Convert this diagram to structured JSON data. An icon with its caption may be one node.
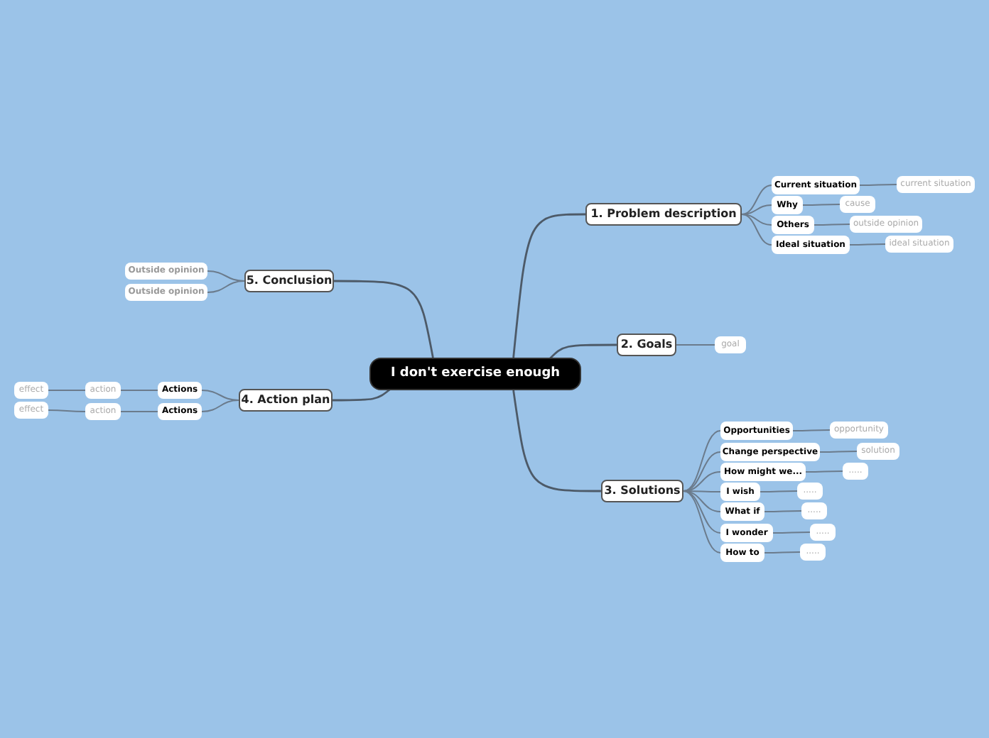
{
  "diagram": {
    "nodes": [
      {
        "text": [
          "I don't exercise enough"
        ]
      },
      {
        "text": [
          "1. Problem description"
        ]
      },
      {
        "text": [
          "Current situation"
        ]
      },
      {
        "text": [
          "current situation"
        ]
      },
      {
        "text": [
          "Why"
        ]
      },
      {
        "text": [
          "cause"
        ]
      },
      {
        "text": [
          "Others"
        ]
      },
      {
        "text": [
          "outside opinion"
        ]
      },
      {
        "text": [
          "Ideal situation"
        ]
      },
      {
        "text": [
          "ideal situation"
        ]
      },
      {
        "text": [
          "2. Goals"
        ]
      },
      {
        "text": [
          "goal"
        ]
      },
      {
        "text": [
          "3. Solutions"
        ]
      },
      {
        "text": [
          "Opportunities"
        ]
      },
      {
        "text": [
          "opportunity"
        ]
      },
      {
        "text": [
          "Change perspective"
        ]
      },
      {
        "text": [
          "solution"
        ]
      },
      {
        "text": [
          "How might we..."
        ]
      },
      {
        "text": [
          "....."
        ]
      },
      {
        "text": [
          "I wish"
        ]
      },
      {
        "text": [
          "....."
        ]
      },
      {
        "text": [
          "What if"
        ]
      },
      {
        "text": [
          "....."
        ]
      },
      {
        "text": [
          "I wonder"
        ]
      },
      {
        "text": [
          "....."
        ]
      },
      {
        "text": [
          "How to"
        ]
      },
      {
        "text": [
          "....."
        ]
      },
      {
        "text": [
          "4. Action plan"
        ]
      },
      {
        "text": [
          "Actions"
        ]
      },
      {
        "text": [
          "action"
        ]
      },
      {
        "text": [
          "effect"
        ]
      },
      {
        "text": [
          "Actions"
        ]
      },
      {
        "text": [
          "action"
        ]
      },
      {
        "text": [
          "effect"
        ]
      },
      {
        "text": [
          "5. Conclusion"
        ]
      },
      {
        "text": [
          "Outside opinion"
        ]
      },
      {
        "text": [
          "Outside opinion"
        ]
      }
    ],
    "edges": [
      {
        "from": 0,
        "to": 1,
        "arrow": "none"
      },
      {
        "from": 1,
        "to": 2,
        "arrow": "none"
      },
      {
        "from": 2,
        "to": 3,
        "arrow": "none"
      },
      {
        "from": 1,
        "to": 4,
        "arrow": "none"
      },
      {
        "from": 4,
        "to": 5,
        "arrow": "none"
      },
      {
        "from": 1,
        "to": 6,
        "arrow": "none"
      },
      {
        "from": 6,
        "to": 7,
        "arrow": "none"
      },
      {
        "from": 1,
        "to": 8,
        "arrow": "none"
      },
      {
        "from": 8,
        "to": 9,
        "arrow": "none"
      },
      {
        "from": 0,
        "to": 10,
        "arrow": "none"
      },
      {
        "from": 10,
        "to": 11,
        "arrow": "none"
      },
      {
        "from": 0,
        "to": 12,
        "arrow": "none"
      },
      {
        "from": 12,
        "to": 13,
        "arrow": "none"
      },
      {
        "from": 13,
        "to": 14,
        "arrow": "none"
      },
      {
        "from": 12,
        "to": 15,
        "arrow": "none"
      },
      {
        "from": 15,
        "to": 16,
        "arrow": "none"
      },
      {
        "from": 12,
        "to": 17,
        "arrow": "none"
      },
      {
        "from": 17,
        "to": 18,
        "arrow": "none"
      },
      {
        "from": 12,
        "to": 19,
        "arrow": "none"
      },
      {
        "from": 19,
        "to": 20,
        "arrow": "none"
      },
      {
        "from": 12,
        "to": 21,
        "arrow": "none"
      },
      {
        "from": 21,
        "to": 22,
        "arrow": "none"
      },
      {
        "from": 12,
        "to": 23,
        "arrow": "none"
      },
      {
        "from": 23,
        "to": 24,
        "arrow": "none"
      },
      {
        "from": 12,
        "to": 25,
        "arrow": "none"
      },
      {
        "from": 25,
        "to": 26,
        "arrow": "none"
      },
      {
        "from": 0,
        "to": 27,
        "arrow": "none"
      },
      {
        "from": 27,
        "to": 28,
        "arrow": "none"
      },
      {
        "from": 28,
        "to": 29,
        "arrow": "none"
      },
      {
        "from": 29,
        "to": 30,
        "arrow": "none"
      },
      {
        "from": 27,
        "to": 31,
        "arrow": "none"
      },
      {
        "from": 31,
        "to": 32,
        "arrow": "none"
      },
      {
        "from": 32,
        "to": 33,
        "arrow": "none"
      },
      {
        "from": 0,
        "to": 34,
        "arrow": "none"
      },
      {
        "from": 34,
        "to": 35,
        "arrow": "none"
      },
      {
        "from": 34,
        "to": 36,
        "arrow": "none"
      }
    ]
  }
}
